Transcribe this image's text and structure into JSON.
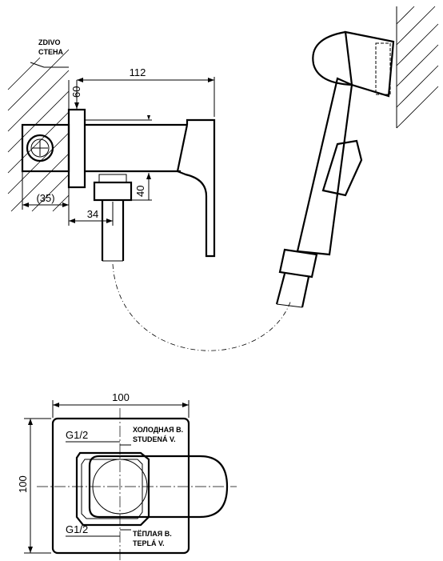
{
  "labels": {
    "wall": [
      "ZDIVO",
      "CTEHA"
    ],
    "cold_water": [
      "ХОЛОДНАЯ В.",
      "STUDENÁ V."
    ],
    "warm_water": [
      "ТЁПЛАЯ В.",
      "TEPLÁ V."
    ],
    "thread_top": "G1/2",
    "thread_bottom": "G1/2"
  },
  "dimensions": {
    "length_total": "112",
    "height_60": "60",
    "depth_35": "(35)",
    "offset_34": "34",
    "height_40": "40",
    "plate_width": "100",
    "plate_height": "100"
  }
}
